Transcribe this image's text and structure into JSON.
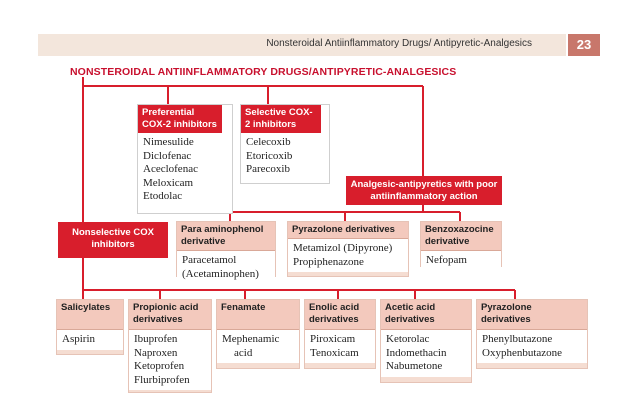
{
  "header": {
    "running_title": "Nonsteroidal Antiinflammatory Drugs/ Antipyretic-Analgesics",
    "page_number": "23"
  },
  "diagram": {
    "title": "NONSTEROIDAL ANTIINFLAMMATORY DRUGS/ANTIPYRETIC-ANALGESICS",
    "preferential": {
      "label": "Preferential COX-2 inhibitors",
      "items": [
        "Nimesulide",
        "Diclofenac",
        "Aceclofenac",
        "Meloxicam",
        "Etodolac"
      ]
    },
    "selective": {
      "label": "Selective COX-2 inhibitors",
      "items": [
        "Celecoxib",
        "Etoricoxib",
        "Parecoxib"
      ]
    },
    "analgesic_antipyretics": {
      "label": "Analgesic-antipyretics with poor antiinflammatory action"
    },
    "nonselective": {
      "label": "Nonselective COX inhibitors"
    },
    "para_aminophenol": {
      "label": "Para aminophenol derivative",
      "items": [
        "Paracetamol",
        "(Acetaminophen)"
      ]
    },
    "pyrazolone_mid": {
      "label": "Pyrazolone derivatives",
      "items": [
        "Metamizol (Dipyrone)",
        "Propiphenazone"
      ]
    },
    "benzoxazocine": {
      "label": "Benzoxazocine derivative",
      "items": [
        "Nefopam"
      ]
    },
    "salicylates": {
      "label": "Salicylates",
      "items": [
        "Aspirin"
      ]
    },
    "propionic": {
      "label": "Propionic acid derivatives",
      "items": [
        "Ibuprofen",
        "Naproxen",
        "Ketoprofen",
        "Flurbiprofen"
      ]
    },
    "fenamate": {
      "label": "Fenamate",
      "items": [
        "Mephenamic",
        "acid"
      ]
    },
    "enolic": {
      "label": "Enolic acid derivatives",
      "items": [
        "Piroxicam",
        "Tenoxicam"
      ]
    },
    "acetic": {
      "label": "Acetic acid derivatives",
      "items": [
        "Ketorolac",
        "Indomethacin",
        "Nabumetone"
      ]
    },
    "pyrazolone_bottom": {
      "label": "Pyrazolone derivatives",
      "items": [
        "Phenylbutazone",
        "Oxyphenbutazone"
      ]
    }
  },
  "colors": {
    "accent_red": "#d81e2c",
    "box_fill": "#f5ddd2",
    "header_fill": "#f3c9bd",
    "band": "#f3e6dc",
    "page_badge": "#c8776b"
  }
}
